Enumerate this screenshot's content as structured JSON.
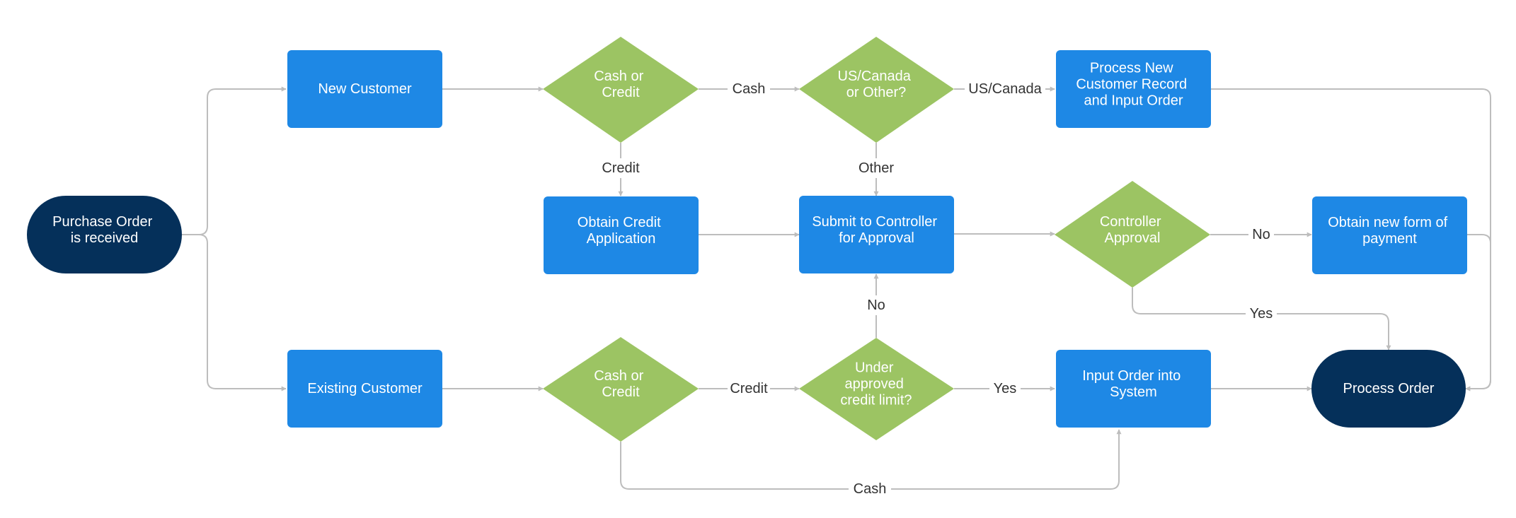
{
  "colors": {
    "process": "#1e88e5",
    "decision": "#9cc463",
    "terminal": "#05305a",
    "connector": "#bdbdbd",
    "label_text": "#333333",
    "node_text": "#ffffff"
  },
  "nodes": {
    "start": {
      "lines": [
        "Purchase Order",
        "is received"
      ]
    },
    "new_customer": {
      "lines": [
        "New Customer"
      ]
    },
    "existing_customer": {
      "lines": [
        "Existing Customer"
      ]
    },
    "cash_or_credit_new": {
      "lines": [
        "Cash or",
        "Credit"
      ]
    },
    "cash_or_credit_existing": {
      "lines": [
        "Cash or",
        "Credit"
      ]
    },
    "us_canada_or_other": {
      "lines": [
        "US/Canada",
        "or Other?"
      ]
    },
    "process_new_customer": {
      "lines": [
        "Process New",
        "Customer Record",
        "and Input Order"
      ]
    },
    "obtain_credit_app": {
      "lines": [
        "Obtain Credit",
        "Application"
      ]
    },
    "submit_controller": {
      "lines": [
        "Submit to Controller",
        "for Approval"
      ]
    },
    "controller_approval": {
      "lines": [
        "Controller",
        "Approval"
      ]
    },
    "obtain_new_payment": {
      "lines": [
        "Obtain new form of",
        "payment"
      ]
    },
    "under_credit_limit": {
      "lines": [
        "Under",
        "approved",
        "credit limit?"
      ]
    },
    "input_order": {
      "lines": [
        "Input Order into",
        "System"
      ]
    },
    "process_order": {
      "lines": [
        "Process Order"
      ]
    }
  },
  "edge_labels": {
    "cash_top": "Cash",
    "us_canada": "US/Canada",
    "credit_top": "Credit",
    "other": "Other",
    "no_approval": "No",
    "yes_approval": "Yes",
    "no_limit": "No",
    "credit_bottom": "Credit",
    "yes_limit": "Yes",
    "cash_bottom": "Cash"
  }
}
